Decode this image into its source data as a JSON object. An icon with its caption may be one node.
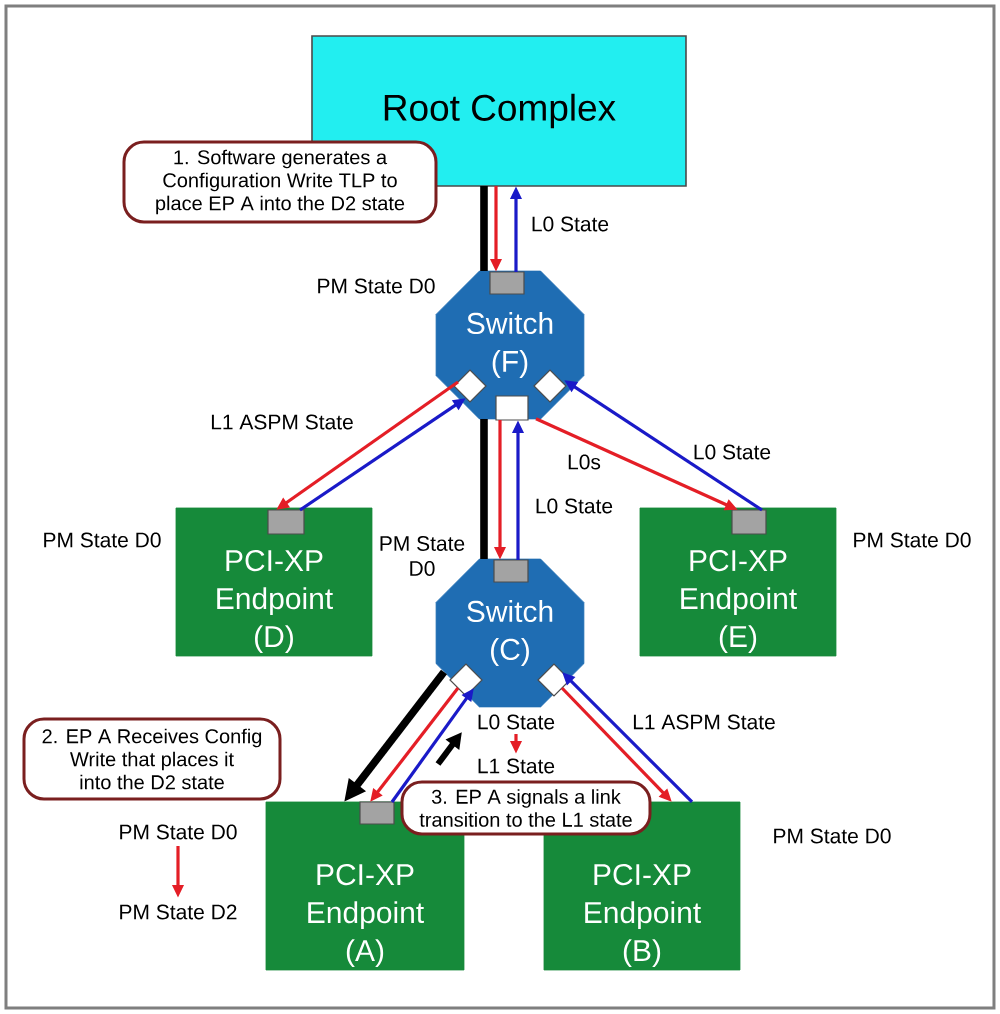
{
  "diagram": {
    "nodes": [
      {
        "text": [
          "Root Complex"
        ]
      },
      {
        "text": [
          "1. Software generates a Configuration Write TLP to place EP A into the D2 state"
        ]
      },
      {
        "text": [
          "Switch (F)"
        ],
        "beside": [
          "PM State D0"
        ]
      },
      {
        "text": [
          "PCI-XP Endpoint (D)"
        ],
        "beside": [
          "PM State D0"
        ]
      },
      {
        "text": [
          "PCI-XP Endpoint (E)"
        ],
        "beside": [
          "PM State D0"
        ]
      },
      {
        "text": [
          "Switch (C)"
        ],
        "beside": [
          "PM State D0"
        ]
      },
      {
        "text": [
          "2. EP A Receives Config Write that places it into the D2 state"
        ]
      },
      {
        "text": [
          "L0 State"
        ]
      },
      {
        "text": [
          "L1 State"
        ]
      },
      {
        "text": [
          "PCI-XP Endpoint (A)"
        ]
      },
      {
        "text": [
          "PCI-XP Endpoint (B)"
        ],
        "beside": [
          "PM State D0"
        ]
      },
      {
        "text": [
          "3. EP A signals a link transition to the L1 state"
        ]
      },
      {
        "text": [
          "PM State D0"
        ]
      },
      {
        "text": [
          "PM State D2"
        ]
      }
    ],
    "edges": [
      {
        "from": 0,
        "to": 2,
        "arrow": "to",
        "color": "#e41e26"
      },
      {
        "from": 2,
        "to": 0,
        "arrow": "to",
        "color": "#1a1ac8",
        "label": "L0 State"
      },
      {
        "from": 2,
        "to": 3,
        "arrow": "to",
        "color": "#e41e26",
        "label": "L1 ASPM State"
      },
      {
        "from": 3,
        "to": 2,
        "arrow": "to",
        "color": "#1a1ac8"
      },
      {
        "from": 2,
        "to": 5,
        "arrow": "to",
        "color": "#e41e26"
      },
      {
        "from": 5,
        "to": 2,
        "arrow": "to",
        "color": "#1a1ac8",
        "label": "L0 State"
      },
      {
        "from": 2,
        "to": 4,
        "arrow": "to",
        "color": "#e41e26",
        "label": "L0s"
      },
      {
        "from": 4,
        "to": 2,
        "arrow": "to",
        "color": "#1a1ac8",
        "label": "L0 State"
      },
      {
        "from": 5,
        "to": 9,
        "arrow": "to",
        "color": "#e41e26"
      },
      {
        "from": 9,
        "to": 5,
        "arrow": "to",
        "color": "#1a1ac8"
      },
      {
        "from": 5,
        "to": 10,
        "arrow": "to",
        "color": "#e41e26"
      },
      {
        "from": 10,
        "to": 5,
        "arrow": "to",
        "color": "#1a1ac8",
        "label": "L1 ASPM State"
      },
      {
        "from": 7,
        "to": 8,
        "arrow": "to",
        "color": "#e41e26"
      },
      {
        "from": 12,
        "to": 13,
        "arrow": "to",
        "color": "#e41e26"
      },
      {
        "from": 0,
        "to": 2,
        "arrow": "none",
        "color": "#000000",
        "style": "thick"
      },
      {
        "from": 2,
        "to": 5,
        "arrow": "none",
        "color": "#000000",
        "style": "thick"
      },
      {
        "from": 5,
        "to": 9,
        "arrow": "to",
        "color": "#000000",
        "style": "thick"
      }
    ]
  }
}
